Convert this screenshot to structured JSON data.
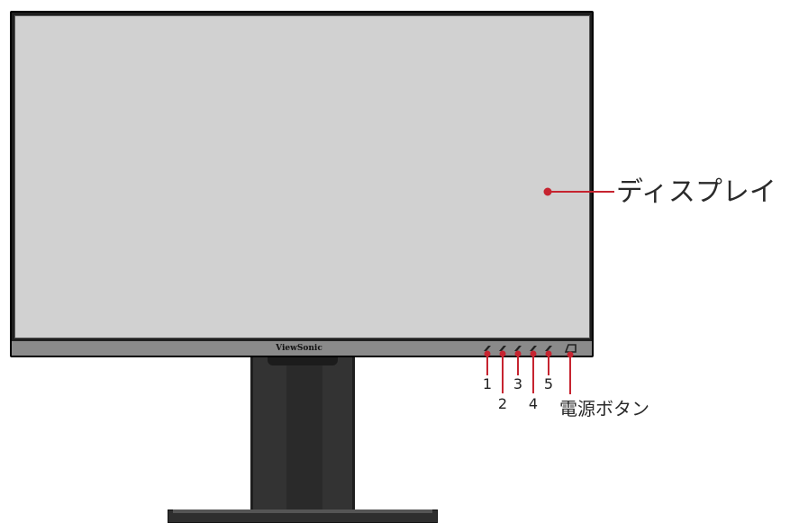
{
  "monitor": {
    "brand": "ViewSonic",
    "display_label": "ディスプレイ",
    "power_label": "電源ボタン",
    "buttons": [
      {
        "number": "1"
      },
      {
        "number": "2"
      },
      {
        "number": "3"
      },
      {
        "number": "4"
      },
      {
        "number": "5"
      }
    ]
  },
  "colors": {
    "callout": "#c62430",
    "screen": "#d1d1d1",
    "bezel": "#8a8a8a",
    "stand": "#333333"
  }
}
